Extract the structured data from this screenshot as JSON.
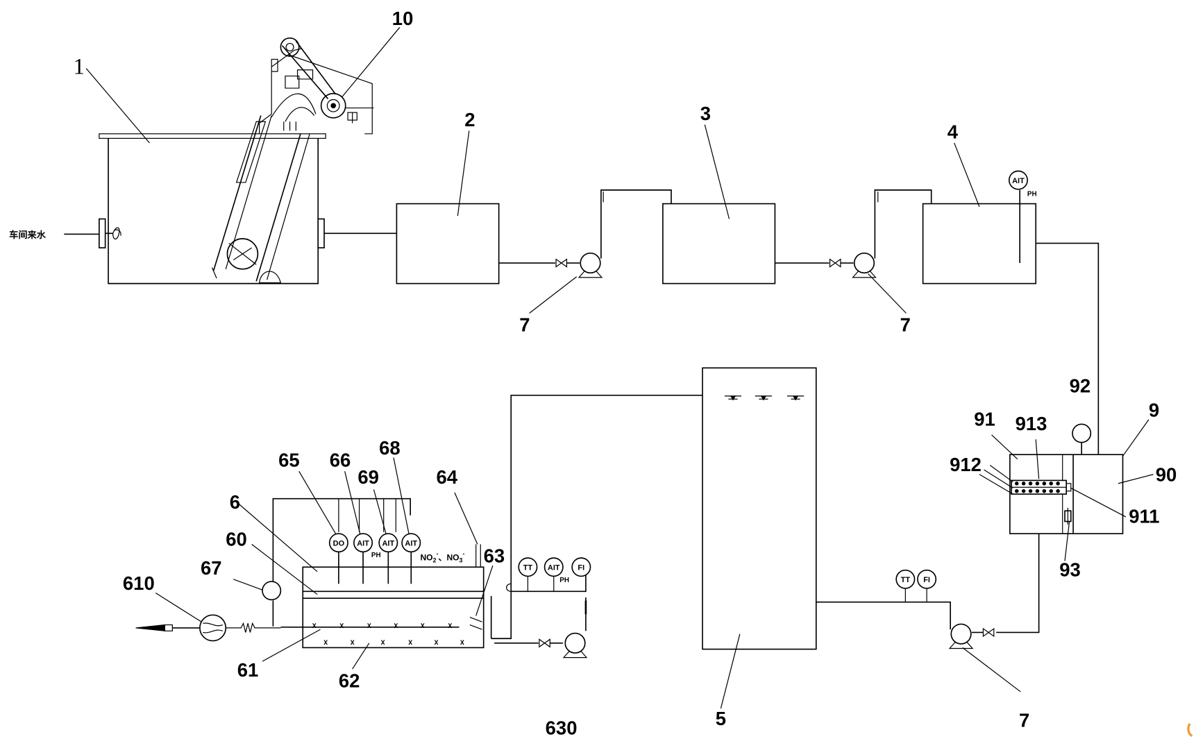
{
  "inlet_label": "车间来水",
  "labels": {
    "n1": "1",
    "n10": "10",
    "n2": "2",
    "n3": "3",
    "n4": "4",
    "n5": "5",
    "n6": "6",
    "n7a": "7",
    "n7b": "7",
    "n7c": "7",
    "n9": "9",
    "n90": "90",
    "n91": "91",
    "n92": "92",
    "n93": "93",
    "n911": "911",
    "n912": "912",
    "n913": "913",
    "n60": "60",
    "n61": "61",
    "n62": "62",
    "n63": "63",
    "n64": "64",
    "n65": "65",
    "n66": "66",
    "n67": "67",
    "n68": "68",
    "n69": "69",
    "n610": "610",
    "n630": "630"
  },
  "instruments": {
    "ait_tank4": "AIT",
    "ph_tank4": "PH",
    "do": "DO",
    "ait_66": "AIT",
    "ph_66": "PH",
    "ait_69": "AIT",
    "ait_68": "AIT",
    "tt_6": "TT",
    "ait_6out": "AIT",
    "ph_6out": "PH",
    "fi_6out": "FI",
    "tt_5": "TT",
    "fi_5": "FI"
  },
  "chem": {
    "no2": "NO",
    "no2_sub": "2",
    "no2_sup": "-",
    "sep": "、",
    "no3": "NO",
    "no3_sub": "3",
    "no3_sup": "-"
  }
}
